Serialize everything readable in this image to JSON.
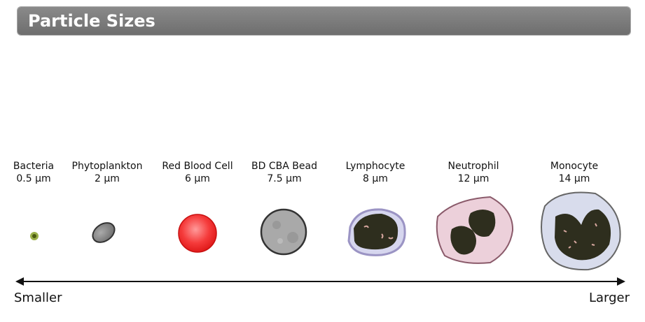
{
  "title": "Particle Sizes",
  "particles": [
    {
      "name": "Bacteria",
      "size": "0.5 µm"
    },
    {
      "name": "Phytoplankton",
      "size": "2 µm"
    },
    {
      "name": "Red Blood Cell",
      "size": "6 µm"
    },
    {
      "name": "BD CBA Bead",
      "size": "7.5 µm"
    },
    {
      "name": "Lymphocyte",
      "size": "8 µm"
    },
    {
      "name": "Neutrophil",
      "size": "12 µm"
    },
    {
      "name": "Monocyte",
      "size": "14 µm"
    }
  ],
  "scale": {
    "left_label": "Smaller",
    "right_label": "Larger"
  }
}
